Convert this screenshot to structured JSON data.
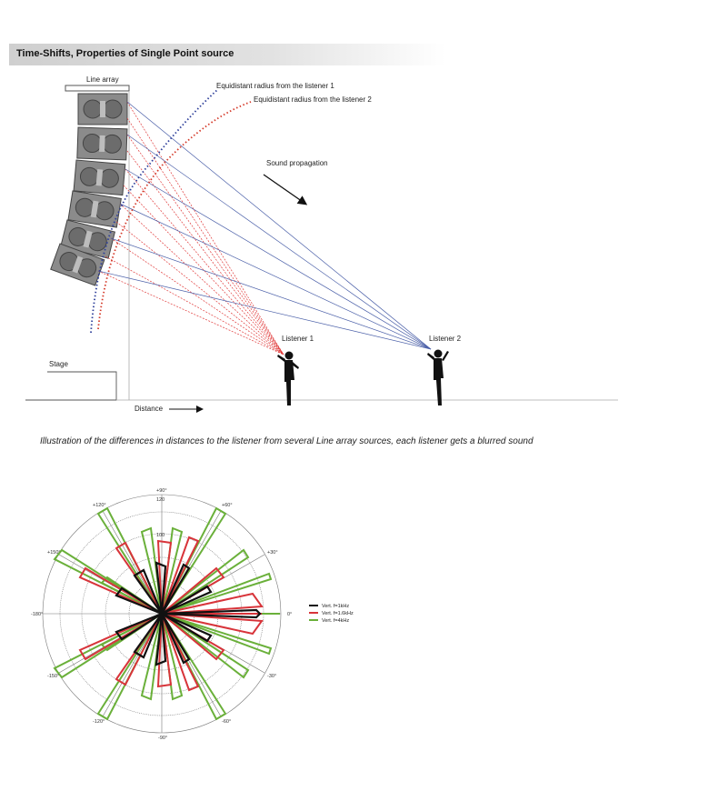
{
  "header": {
    "title": "Time-Shifts, Properties of Single Point source"
  },
  "diagram": {
    "line_array_label": "Line array",
    "radius_label_1": "Equidistant radius from the listener 1",
    "radius_label_2": "Equidistant radius from the listener 2",
    "propagation_label": "Sound propagation",
    "listener_1_label": "Listener 1",
    "listener_2_label": "Listener 2",
    "stage_label": "Stage",
    "distance_label": "Distance",
    "colors": {
      "listener_1_rays": "#e03a3a",
      "listener_2_rays": "#4a5fa8"
    }
  },
  "caption": "Illustration of the differences in distances to the listener from several Line array sources, each listener gets a blurred sound",
  "polar": {
    "angle_labels": {
      "a90": "+90°",
      "a60": "+60°",
      "a30": "+30°",
      "a0": "0°",
      "am30": "-30°",
      "am60": "-60°",
      "am90": "-90°",
      "am120": "-120°",
      "am150": "-150°",
      "a180": "-180°",
      "a150": "+150°",
      "a120": "+120°"
    },
    "radial_labels": {
      "r120": "120",
      "r100": "100"
    },
    "legend": [
      {
        "label": "Vert. f=1kHz",
        "color": "#111111"
      },
      {
        "label": "Vert. f=1.6kHz",
        "color": "#d8343a"
      },
      {
        "label": "Vert. f=4kHz",
        "color": "#6ab03a"
      }
    ]
  }
}
